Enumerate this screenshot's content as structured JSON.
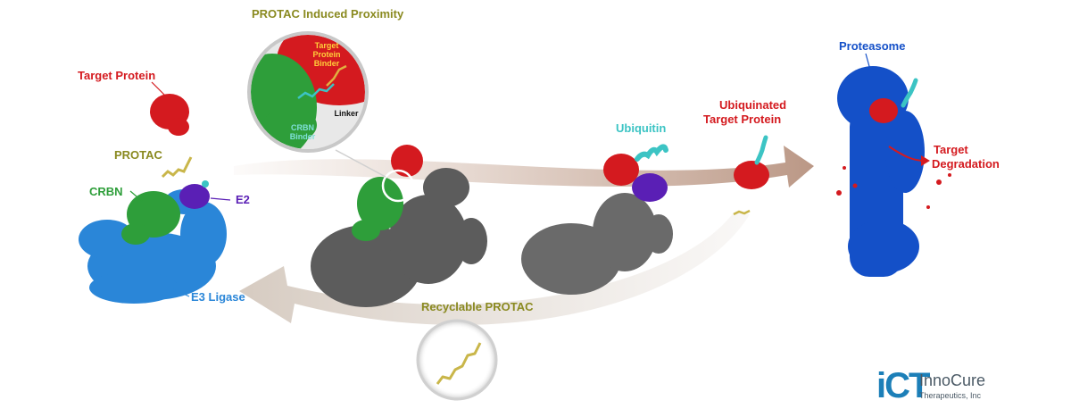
{
  "labels": {
    "target_protein": "Target Protein",
    "protac": "PROTAC",
    "crbn": "CRBN",
    "e2": "E2",
    "e3_ligase": "E3 Ligase",
    "induced_proximity": "PROTAC Induced Proximity",
    "inset_binder": "Target Protein Binder",
    "inset_crbn_binder": "CRBN Binder",
    "inset_linker": "Linker",
    "ubiquitin": "Ubiquitin",
    "ubiquinated_line1": "Ubiquinated",
    "ubiquinated_line2": "Target Protein",
    "proteasome": "Proteasome",
    "target_degradation_line1": "Target",
    "target_degradation_line2": "Degradation",
    "recyclable_protac": "Recyclable PROTAC"
  },
  "logo": {
    "mark": "iCT",
    "name": "InnoCure",
    "subtitle": "Therapeutics, Inc"
  },
  "colors": {
    "target_red": "#d41a1f",
    "crbn_green": "#2e9e3a",
    "e2_purple": "#5a1fb5",
    "e3_blue": "#2a86d8",
    "proteasome_blue": "#1450c8",
    "complex_gray": "#5c5c5c",
    "ubiquitin_teal": "#3cc4c4",
    "protac_yellow": "#c9b64a",
    "olive_text": "#8a8a20",
    "arrow_tan": "#c8a894"
  }
}
